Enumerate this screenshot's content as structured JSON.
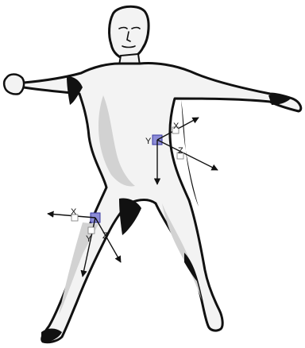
{
  "colors": {
    "background": "#ffffff",
    "outline": "#111111",
    "body_fill": "#f3f3f3",
    "body_shade": "#d2d2d2",
    "joint_marker": "#8c8cd8",
    "axis_line": "#111111",
    "label_box": "#ffffff"
  },
  "markers": [
    {
      "id": "hip",
      "axes": [
        {
          "name": "x",
          "label": "X"
        },
        {
          "name": "y",
          "label": "Y"
        },
        {
          "name": "z",
          "label": "Z"
        }
      ]
    },
    {
      "id": "knee",
      "axes": [
        {
          "name": "x",
          "label": "X"
        },
        {
          "name": "y",
          "label": "Y"
        },
        {
          "name": "z",
          "label": "Z"
        }
      ]
    }
  ]
}
